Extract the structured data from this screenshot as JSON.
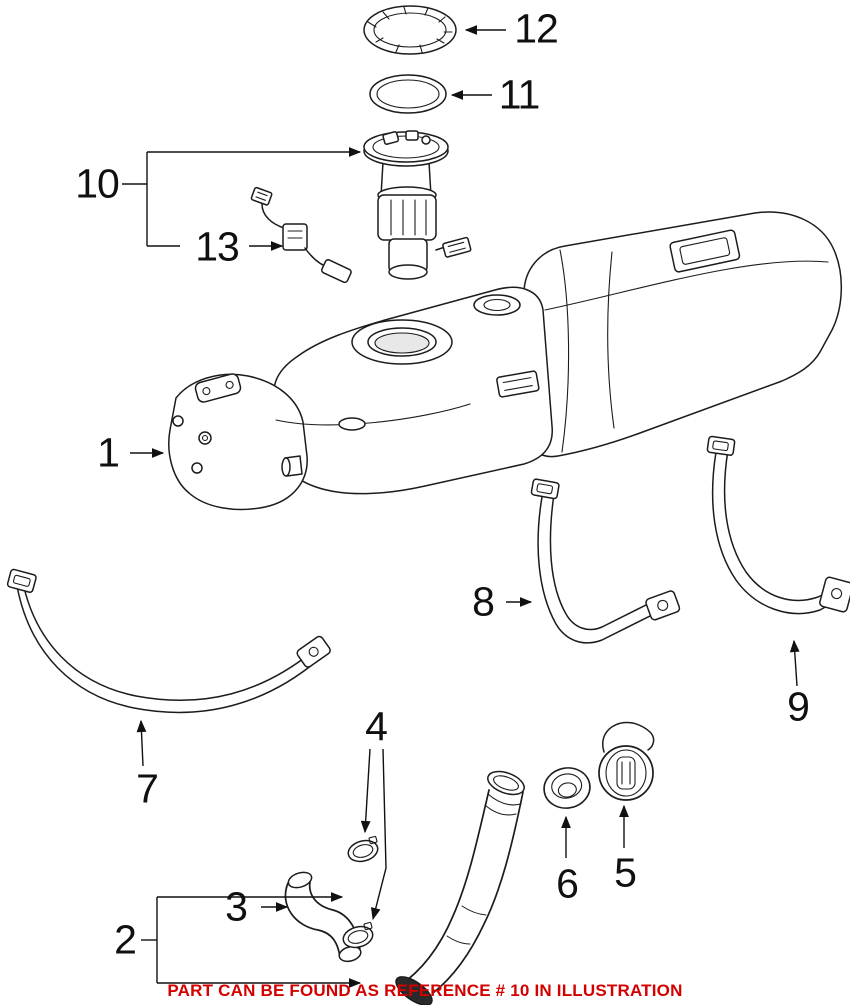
{
  "colors": {
    "note_red": "#d40000",
    "line": "#1c1c1c",
    "background": "#ffffff"
  },
  "footer": {
    "text": "PART CAN BE FOUND AS REFERENCE # 10 IN ILLUSTRATION"
  },
  "callouts": [
    {
      "label": "1",
      "part": "fuel-tank"
    },
    {
      "label": "2",
      "part": "filler-pipe-assembly"
    },
    {
      "label": "3",
      "part": "filler-hose-elbow"
    },
    {
      "label": "4",
      "part": "hose-clamps"
    },
    {
      "label": "5",
      "part": "fuel-cap"
    },
    {
      "label": "6",
      "part": "filler-neck-seal"
    },
    {
      "label": "7",
      "part": "tank-strap-left"
    },
    {
      "label": "8",
      "part": "tank-strap-center"
    },
    {
      "label": "9",
      "part": "tank-strap-right"
    },
    {
      "label": "10",
      "part": "fuel-pump-module"
    },
    {
      "label": "11",
      "part": "o-ring-seal"
    },
    {
      "label": "12",
      "part": "lock-ring"
    },
    {
      "label": "13",
      "part": "fuel-level-sender"
    }
  ]
}
